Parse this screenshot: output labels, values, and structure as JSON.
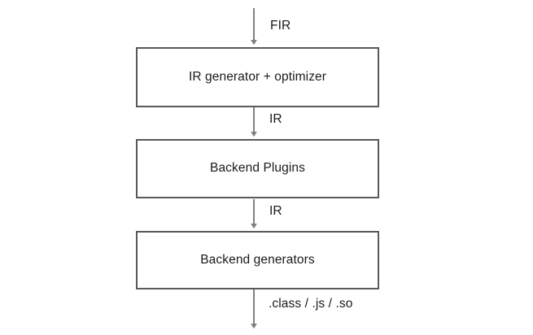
{
  "diagram": {
    "type": "flowchart",
    "orientation": "top-to-bottom",
    "background_color": "#ffffff",
    "box_border_color": "#595959",
    "box_fill_color": "#ffffff",
    "arrow_color": "#808080",
    "text_color": "#1a1a1a",
    "nodes": [
      {
        "id": "ir-generator-optimizer",
        "label": "IR generator + optimizer"
      },
      {
        "id": "backend-plugins",
        "label": "Backend Plugins"
      },
      {
        "id": "backend-generators",
        "label": "Backend generators"
      }
    ],
    "edges": [
      {
        "id": "input-edge",
        "label": "FIR",
        "from": "external-input",
        "to": "ir-generator-optimizer"
      },
      {
        "id": "edge-1",
        "label": "IR",
        "from": "ir-generator-optimizer",
        "to": "backend-plugins"
      },
      {
        "id": "edge-2",
        "label": "IR",
        "from": "backend-plugins",
        "to": "backend-generators"
      },
      {
        "id": "output-edge",
        "label": ".class / .js / .so",
        "from": "backend-generators",
        "to": "external-output"
      }
    ]
  }
}
